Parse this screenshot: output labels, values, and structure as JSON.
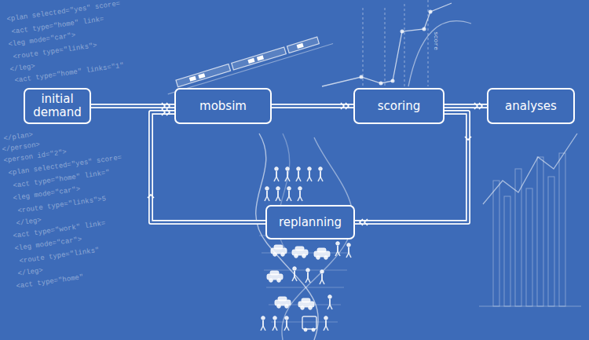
{
  "diagram": {
    "nodes": [
      {
        "text": [
          "initial demand"
        ]
      },
      {
        "text": [
          "mobsim"
        ]
      },
      {
        "text": [
          "scoring"
        ]
      },
      {
        "text": [
          "analyses"
        ]
      },
      {
        "text": [
          "replanning"
        ]
      }
    ],
    "edges": [
      {
        "from": 0,
        "to": 1,
        "arrow": "to"
      },
      {
        "from": 1,
        "to": 2,
        "arrow": "to"
      },
      {
        "from": 2,
        "to": 3,
        "arrow": "to"
      },
      {
        "from": 2,
        "to": 4,
        "arrow": "to"
      },
      {
        "from": 4,
        "to": 1,
        "arrow": "to"
      }
    ],
    "labels": [
      "<plan selected=\"yes\" score=",
      "<act type=\"home\" link=",
      "<leg mode=\"car\">",
      "<route type=\"links\">",
      "</leg>",
      "<act type=\"home\" links=\"1\"",
      "</plan>",
      "</person>",
      "<person id=\"2\">",
      "<plan selected=\"yes\" score=",
      "<act type=\"home\" link=\"",
      "<leg mode=\"car\">",
      "<route type=\"links\">5",
      "</leg>",
      "<act type=\"work\" link=",
      "<leg mode=\"car\">",
      "<route type=\"links\"",
      "</leg>",
      "<act type=\"home\"",
      "score"
    ]
  }
}
